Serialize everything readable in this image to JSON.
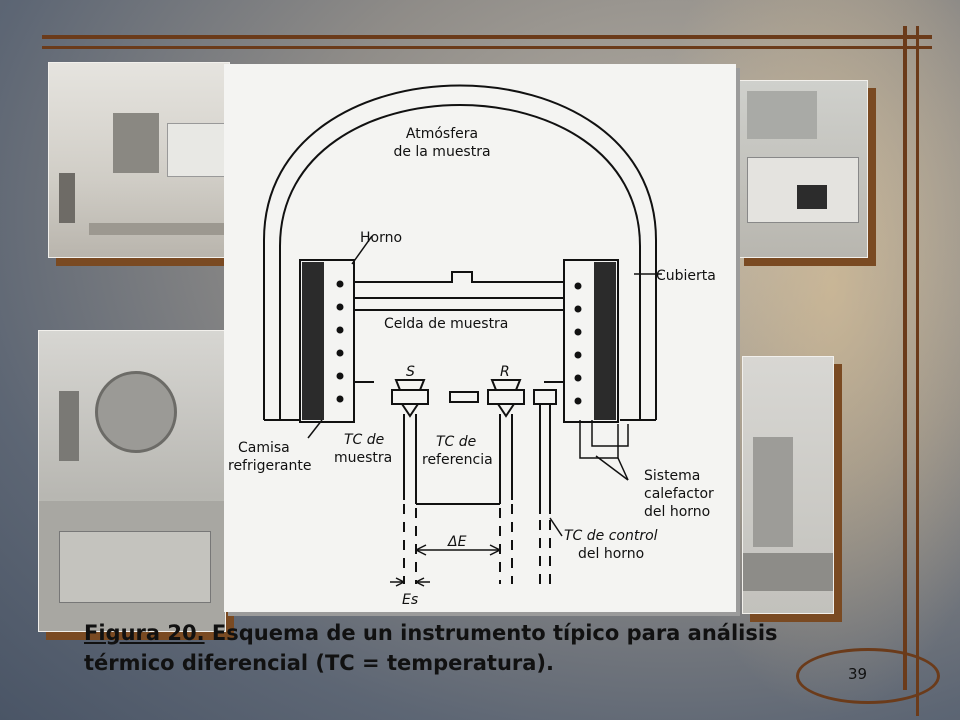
{
  "diagram": {
    "labels": {
      "atmosfera_1": "Atmósfera",
      "atmosfera_2": "de la muestra",
      "horno": "Horno",
      "cubierta": "Cubierta",
      "celda": "Celda de muestra",
      "s": "S",
      "r": "R",
      "camisa_1": "Camisa",
      "camisa_2": "refrigerante",
      "tc_muestra_1": "TC de",
      "tc_muestra_2": "muestra",
      "tc_ref_1": "TC de",
      "tc_ref_2": "referencia",
      "sistema_1": "Sistema",
      "sistema_2": "calefactor",
      "sistema_3": "del horno",
      "delta_e": "ΔE",
      "tc_control_1": "TC de control",
      "tc_control_2": "del horno",
      "es": "Es"
    }
  },
  "caption": {
    "figure_label": "Figura 20.",
    "text": " Esquema de un instrumento típico para análisis térmico diferencial (TC = temperatura)."
  },
  "page_number": "39"
}
